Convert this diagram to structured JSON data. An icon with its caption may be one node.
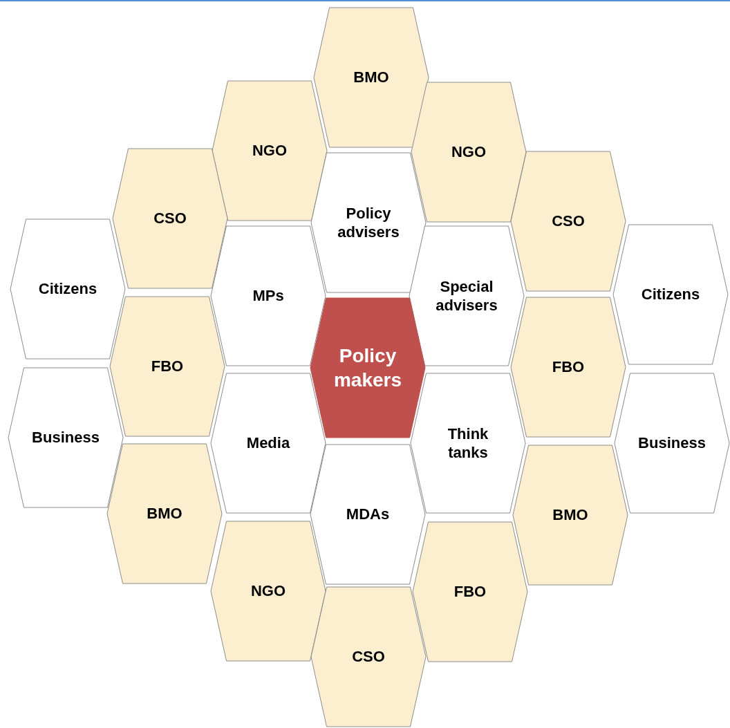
{
  "diagram": {
    "nodes": [
      {
        "text": [
          "BMO"
        ]
      },
      {
        "text": [
          "NGO"
        ]
      },
      {
        "text": [
          "NGO"
        ]
      },
      {
        "text": [
          "CSO"
        ]
      },
      {
        "text": [
          "Policy advisers"
        ]
      },
      {
        "text": [
          "CSO"
        ]
      },
      {
        "text": [
          "Citizens"
        ]
      },
      {
        "text": [
          "MPs"
        ]
      },
      {
        "text": [
          "Special advisers"
        ]
      },
      {
        "text": [
          "Citizens"
        ]
      },
      {
        "text": [
          "FBO"
        ]
      },
      {
        "text": [
          "Policy makers"
        ]
      },
      {
        "text": [
          "FBO"
        ]
      },
      {
        "text": [
          "Business"
        ]
      },
      {
        "text": [
          "Media"
        ]
      },
      {
        "text": [
          "Think tanks"
        ]
      },
      {
        "text": [
          "Business"
        ]
      },
      {
        "text": [
          "BMO"
        ]
      },
      {
        "text": [
          "MDAs"
        ]
      },
      {
        "text": [
          "BMO"
        ]
      },
      {
        "text": [
          "NGO"
        ]
      },
      {
        "text": [
          "FBO"
        ]
      },
      {
        "text": [
          "CSO"
        ]
      }
    ]
  }
}
